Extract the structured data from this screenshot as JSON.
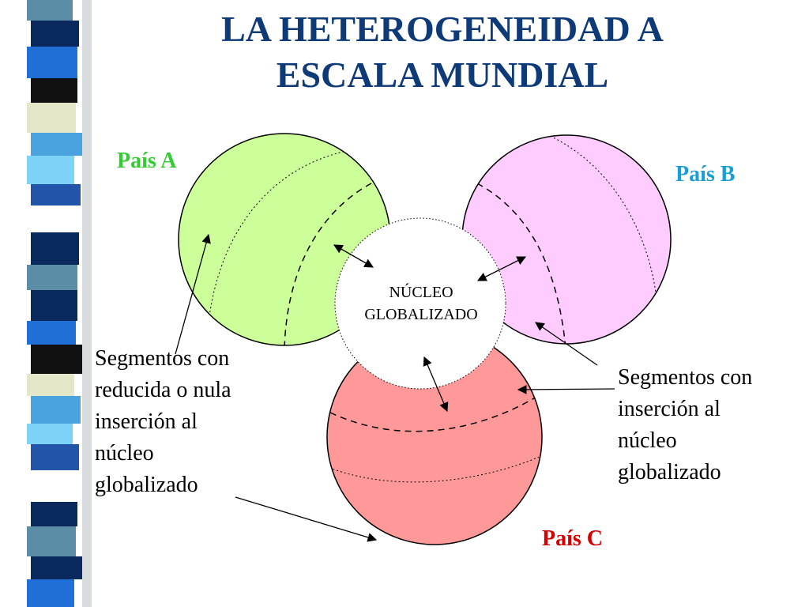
{
  "slide": {
    "title_line1": "LA HETEROGENEIDAD A",
    "title_line2": "ESCALA MUNDIAL"
  },
  "diagram": {
    "country_a": "País A",
    "country_b": "País B",
    "country_c": "País C",
    "core_line1": "NÚCLEO",
    "core_line2": "GLOBALIZADO",
    "left_note": [
      "Segmentos con",
      "reducida o nula",
      "inserción al",
      "núcleo",
      "globalizado"
    ],
    "right_note": [
      "Segmentos con",
      "inserción al",
      "núcleo",
      "globalizado"
    ]
  },
  "colors": {
    "title": "#0f3a78",
    "country_a": "#33cc33",
    "country_b": "#1a9ed8",
    "country_c": "#d40000",
    "circle_a_fill": "#ccff99",
    "circle_b_fill": "#ffccff",
    "circle_c_fill": "#ff9999",
    "core_fill": "#ffffff"
  },
  "stripe_colors": [
    "#5b8ea6",
    "#0a2a5e",
    "#1f6fd6",
    "#111111",
    "#e4e8c8",
    "#4aa3df",
    "#7dd3f7",
    "#2255aa",
    "#ffffff",
    "#0a2a5e"
  ]
}
